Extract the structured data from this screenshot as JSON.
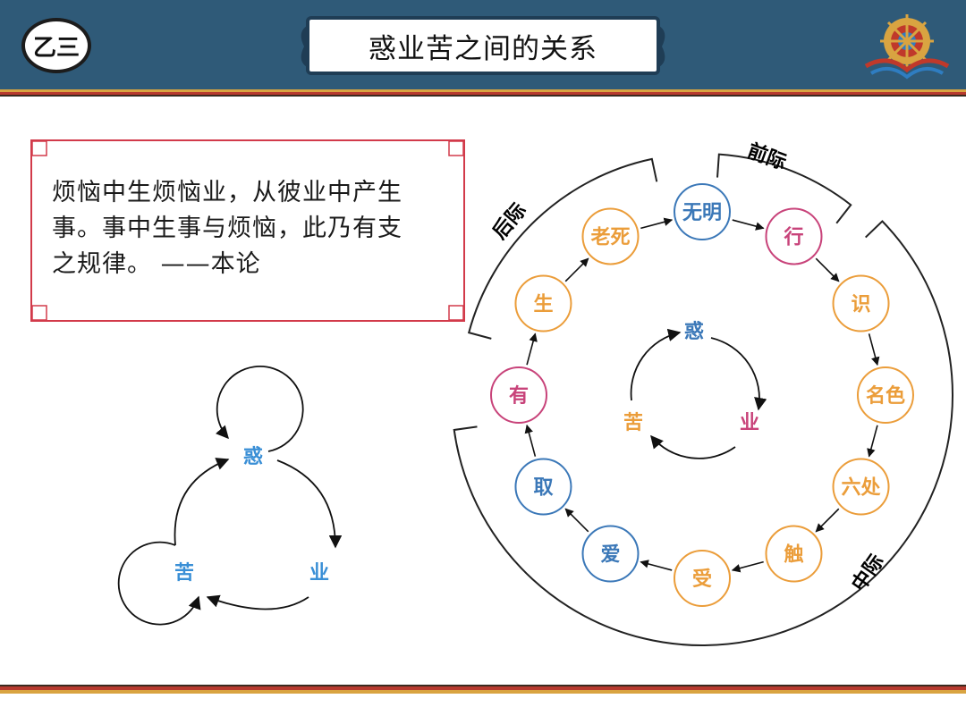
{
  "header": {
    "section_label": "乙三",
    "title": "惑业苦之间的关系"
  },
  "quote": {
    "line1": "烦恼中生烦恼业，从彼业中产生",
    "line2": "事。事中生事与烦恼，此乃有支",
    "line3": "之规律。  ——本论"
  },
  "small_cycle": {
    "huo": "惑",
    "ye": "业",
    "ku": "苦",
    "color": "#3a8fd6"
  },
  "wheel": {
    "center": {
      "huo": "惑",
      "ye": "业",
      "ku": "苦"
    },
    "periods": {
      "past": "前际",
      "present": "中际",
      "future": "后际"
    },
    "nodes": [
      {
        "label": "无明",
        "type": "huo"
      },
      {
        "label": "行",
        "type": "ye"
      },
      {
        "label": "识",
        "type": "ku"
      },
      {
        "label": "名色",
        "type": "ku"
      },
      {
        "label": "六处",
        "type": "ku"
      },
      {
        "label": "触",
        "type": "ku"
      },
      {
        "label": "受",
        "type": "ku"
      },
      {
        "label": "爱",
        "type": "huo"
      },
      {
        "label": "取",
        "type": "huo"
      },
      {
        "label": "有",
        "type": "ye"
      },
      {
        "label": "生",
        "type": "ku"
      },
      {
        "label": "老死",
        "type": "ku"
      }
    ],
    "colors": {
      "huo": "#3b78b8",
      "ye": "#c8437a",
      "ku": "#eb9d3a"
    }
  }
}
